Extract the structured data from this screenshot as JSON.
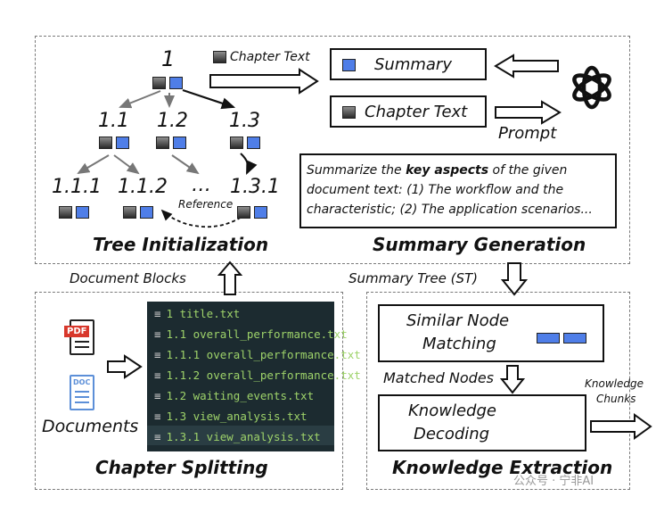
{
  "tree": {
    "root": "1",
    "level1": [
      "1.1",
      "1.2",
      "1.3"
    ],
    "level2": [
      "1.1.1",
      "1.1.2",
      "…",
      "1.3.1"
    ],
    "reference": "Reference",
    "chapter_text_legend": "Chapter Text",
    "title": "Tree Initialization"
  },
  "summary": {
    "summary_box": "Summary",
    "chapter_box": "Chapter Text",
    "prompt_label": "Prompt",
    "prompt_text_1": "Summarize the ",
    "prompt_text_bold": "key aspects",
    "prompt_text_2": " of the given",
    "prompt_line_2": "document text: (1) The workflow and the",
    "prompt_line_3": "characteristic; (2) The application scenarios...",
    "title": "Summary Generation"
  },
  "connectors": {
    "document_blocks": "Document Blocks",
    "summary_tree": "Summary Tree (ST)"
  },
  "chapter_splitting": {
    "pdf_label": "PDF",
    "doc_label": "DOC",
    "documents_label": "Documents",
    "files": [
      "1 title.txt",
      "1.1 overall_performance.txt",
      "1.1.1 overall_performance.txt",
      "1.1.2 overall_performance.txt",
      "1.2 waiting_events.txt",
      "1.3 view_analysis.txt",
      "1.3.1 view_analysis.txt"
    ],
    "title": "Chapter Splitting"
  },
  "knowledge_extraction": {
    "similar_line_1": "Similar Node",
    "similar_line_2": "Matching",
    "matched_nodes": "Matched Nodes",
    "decoding_line_1": "Knowledge",
    "decoding_line_2": "Decoding",
    "chunks_line_1": "Knowledge",
    "chunks_line_2": "Chunks",
    "title": "Knowledge Extraction"
  },
  "watermark": "公众号 · 宁非AI",
  "colors": {
    "accent_blue": "#4f7ee8",
    "file_green": "#9ed36a",
    "file_bg": "#1c2b30"
  }
}
